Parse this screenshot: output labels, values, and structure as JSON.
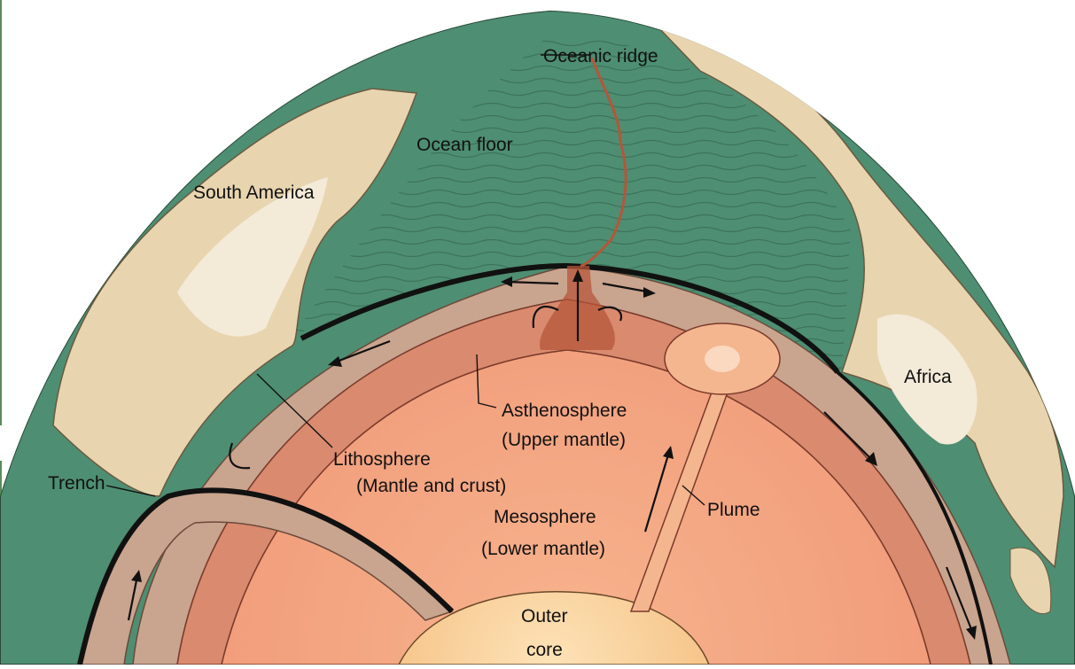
{
  "labels": {
    "oceanic_ridge": "Oceanic ridge",
    "ocean_floor": "Ocean floor",
    "south_america": "South America",
    "africa": "Africa",
    "trench": "Trench",
    "asthenosphere_line1": "Asthenosphere",
    "asthenosphere_line2": "(Upper mantle)",
    "lithosphere_line1": "Lithosphere",
    "lithosphere_line2": "(Mantle and crust)",
    "mesosphere_line1": "Mesosphere",
    "mesosphere_line2": "(Lower mantle)",
    "plume": "Plume",
    "outer_core_line1": "Outer",
    "outer_core_line2": "core"
  },
  "colors": {
    "ocean": "#4e8e72",
    "continent": "#e8d5b0",
    "continent_light": "#f3ead8",
    "lithosphere": "#c9a48e",
    "asthenosphere": "#d98a6f",
    "mesosphere": "#f0a07e",
    "outer_core": "#f9d39d",
    "plate_edge": "#111111",
    "ridge": "#b5563a"
  }
}
